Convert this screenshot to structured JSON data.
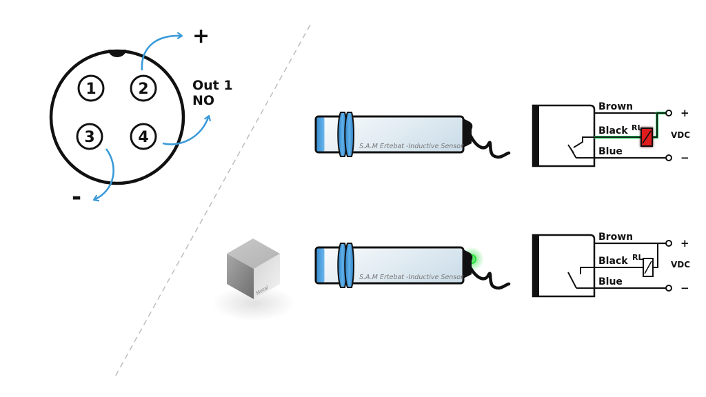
{
  "connector": {
    "pins": [
      "1",
      "2",
      "3",
      "4"
    ],
    "plus_label": "+",
    "minus_label": "-",
    "output_label_line1": "Out 1",
    "output_label_line2": "NO"
  },
  "sensor": {
    "label": "S.A.M Ertebat -Inductive Sensor"
  },
  "target": {
    "label": "Metal"
  },
  "circuit": {
    "wire_brown": "Brown",
    "wire_black": "Black",
    "wire_blue": "Blue",
    "relay_label": "RL",
    "supply_label": "VDC",
    "plus": "+",
    "minus": "−"
  },
  "states": [
    {
      "name": "no-target",
      "relay_energized": true,
      "led_on": false
    },
    {
      "name": "metal-detected",
      "relay_energized": false,
      "led_on": true
    }
  ],
  "colors": {
    "arrow": "#3a9ad9",
    "active_wire": "#22c55e",
    "relay_active": "#e11d1d",
    "led": "#22dd33",
    "sensor_blue": "#3d94d6"
  }
}
